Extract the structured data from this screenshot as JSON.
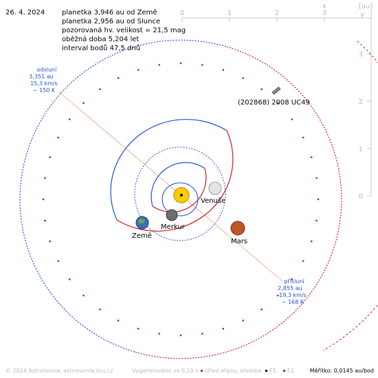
{
  "header": {
    "date": "26. 4. 2024",
    "lines": [
      "planetka 3,946 au od Země",
      "planetka 2,956 au od Slunce",
      "pozorovaná hv. velikost = 21,5 mag",
      "oběžná doba 5,204 let",
      "interval bodů 47,5 dnů"
    ]
  },
  "axes": {
    "unit": "[au]",
    "x_label": "x",
    "y_label": "y",
    "x_ticks": [
      "0",
      "1",
      "2",
      "3"
    ],
    "y_ticks": [
      "3",
      "2",
      "1",
      "0"
    ]
  },
  "labels": {
    "asteroid": "(202868) 2008 UC49",
    "venus": "Venuše",
    "mercury": "Merkur",
    "earth": "Země",
    "mars": "Mars"
  },
  "aphelion": {
    "title": "odsluní",
    "distance": "3,351 au",
    "speed": "15,3 km/s",
    "temp": "~ 150 K"
  },
  "perihelion": {
    "title": "přísluní",
    "distance": "2,855 au",
    "speed": "19,3 km/s",
    "temp": "~ 168 K"
  },
  "footer": {
    "copyright": "© 2024 Astronomia, astronomia.zcu.cz",
    "render_time": "Vygenerováno za 0,10 s",
    "legend_center": "střed elipsy, ohniska",
    "legend_f1": "F1",
    "legend_f2": "F2",
    "scale": "Měřítko: 0,0145 au/bod"
  },
  "colors": {
    "above_ecliptic": "#d01818",
    "below_ecliptic": "#1a4fd8",
    "sun": "#f5d000",
    "mars": "#c0542a"
  }
}
